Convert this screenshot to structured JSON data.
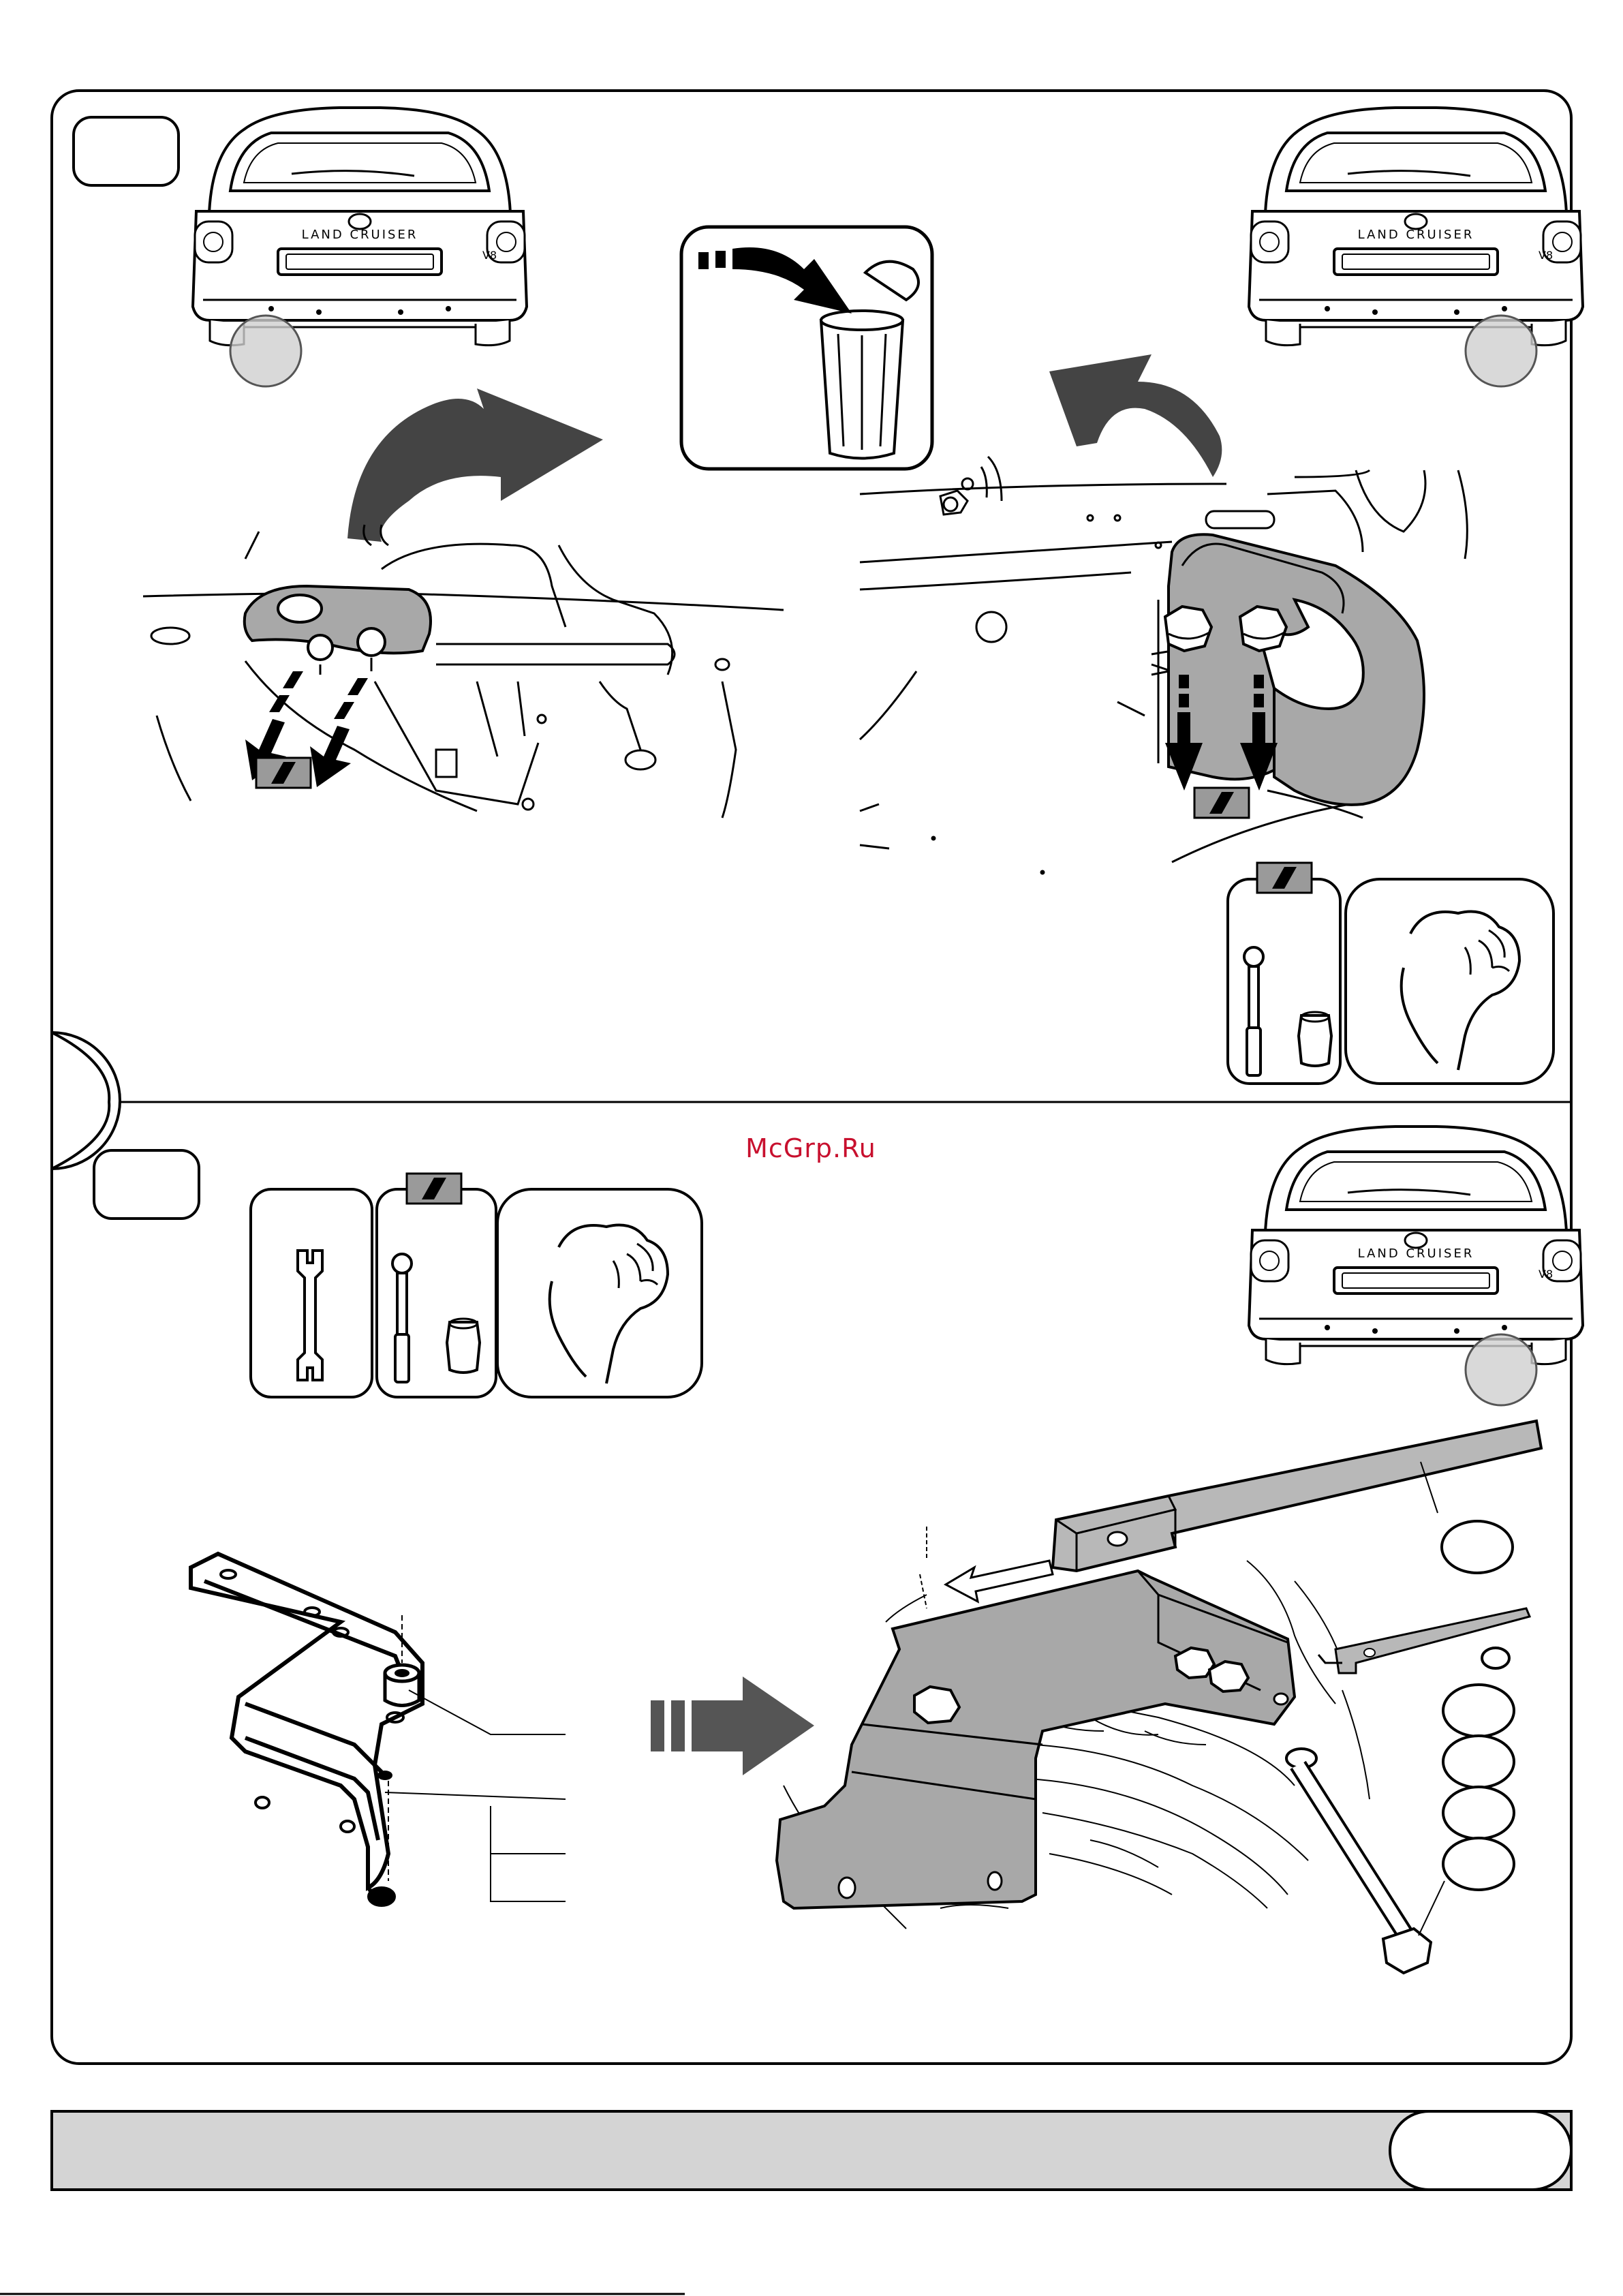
{
  "watermark": "McGrp.Ru",
  "vehicle": {
    "model_badge": "LAND CRUISER",
    "engine_badge": "V8"
  },
  "colors": {
    "line": "#000000",
    "part_fill": "#a8a8a8",
    "highlight": "#c8c8c8",
    "footer_fill": "#d4d4d4",
    "watermark": "#c8102e"
  },
  "icons": [
    "trash-can-icon",
    "wrench-icon",
    "socket-wrench-icon",
    "hand-tighten-icon",
    "arrow-icon",
    "tool-badge-icon"
  ]
}
